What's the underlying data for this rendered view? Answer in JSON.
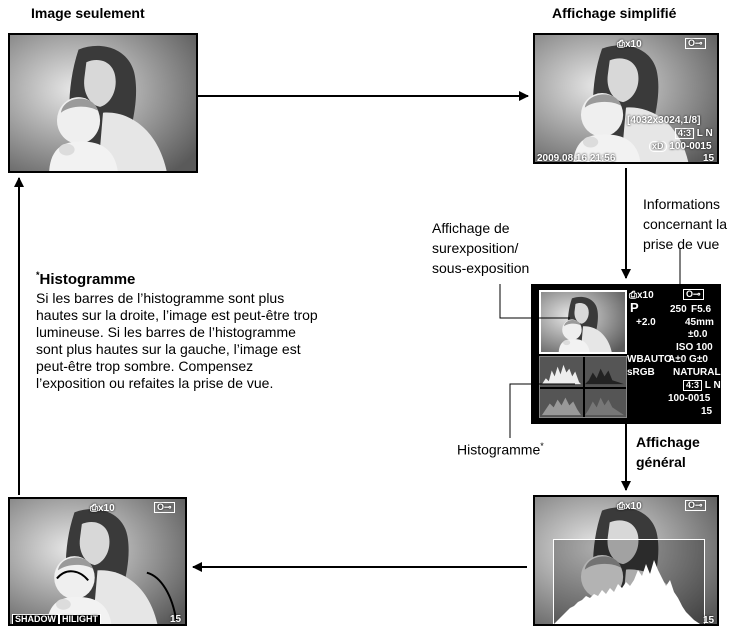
{
  "titles": {
    "image_only": "Image seulement",
    "simplified": "Affichage simplifié",
    "general": "Affichage\ngénéral"
  },
  "labels": {
    "over_under": "Affichage de\nsurexposition/\nsous-exposition",
    "shooting_info": "Informations\nconcernant la\nprise de vue",
    "histogram_label": "Histogramme",
    "histogram_star": "*"
  },
  "note": {
    "star": "*",
    "heading": "Histogramme",
    "body": "Si les barres de l’histogramme sont plus hautes sur la droite, l’image est peut-être trop lumineuse. Si les barres de l’histogramme sont plus hautes sur la gauche, l’image est peut-être trop sombre. Compensez l’exposition ou refaites la prise de vue."
  },
  "simplified_overlay": {
    "print": "⎙x10",
    "protect": "O⊸",
    "resolution": "[4032x3024,1/8]",
    "aspect": "4:3",
    "quality": "L N",
    "card_label": "xD",
    "file": "100-0015",
    "datetime": "2009.08.16  21:56",
    "frame": "15"
  },
  "general_overlay": {
    "print": "⎙x10",
    "protect": "O⊸",
    "frame": "15"
  },
  "shadow_overlay": {
    "print": "⎙x10",
    "protect": "O⊸",
    "shadow": "SHADOW",
    "hilight": "HILIGHT",
    "frame": "15"
  },
  "info_panel": {
    "print": "⎙x10",
    "protect": "O⊸",
    "mode": "P",
    "shutter": "250",
    "aperture": "F5.6",
    "ev": "+2.0",
    "focal": "45mm",
    "flash_comp": "±0.0",
    "iso": "ISO  100",
    "wb": "WBAUTO",
    "wb_adj": "A±0 G±0",
    "colorspace": "sRGB",
    "picture_mode": "NATURAL",
    "aspect": "4:3",
    "quality": "L N",
    "file": "100-0015",
    "frame": "15"
  }
}
